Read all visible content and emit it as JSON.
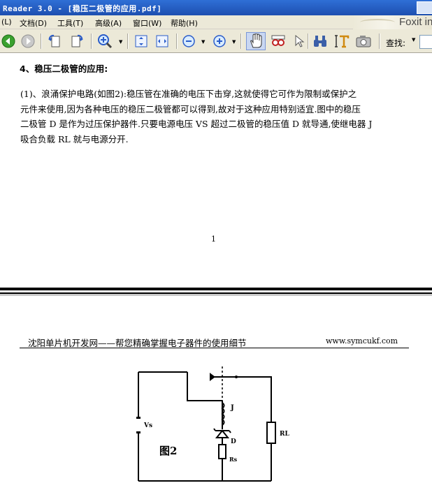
{
  "window": {
    "title": "Reader 3.0 - [稳压二极管的应用.pdf]"
  },
  "menu": {
    "items": [
      {
        "label": "(L)"
      },
      {
        "label": "文档(D)"
      },
      {
        "label": "工具(T)"
      },
      {
        "label": "高级(A)"
      },
      {
        "label": "窗口(W)"
      },
      {
        "label": "帮助(H)"
      }
    ],
    "logo_text": "Foxit in"
  },
  "toolbar": {
    "icons": [
      "back-icon",
      "forward-icon",
      "rotate-left-icon",
      "rotate-right-icon",
      "zoom-in-icon",
      "fit-page-icon",
      "fit-width-icon",
      "zoom-out-icon",
      "zoom-plus-icon",
      "hand-tool-icon",
      "snapshot-glasses-icon",
      "select-arrow-icon",
      "find-binoculars-icon",
      "text-select-icon",
      "camera-icon"
    ],
    "find_label": "查找:",
    "find_value": ""
  },
  "document": {
    "heading": "4、稳压二极管的应用:",
    "paragraph_lines": [
      "(1)、浪涌保护电路(如图2):稳压管在准确的电压下击穿,这就使得它可作为限制或保护之",
      "元件来使用,因为各种电压的稳压二极管都可以得到,故对于这种应用特别适宜.图中的稳压",
      "二极管 D 是作为过压保护器件.只要电源电压 VS 超过二极管的稳压值 D 就导通,使继电器 J",
      "吸合负载 RL 就与电源分开."
    ],
    "page_number": "1",
    "next_page_header_left": "沈阳单片机开发网——帮您精确掌握电子器件的使用细节",
    "next_page_header_right": "www.symcukf.com"
  },
  "circuit": {
    "labels": {
      "vs": "Vs",
      "j": "J",
      "rl": "RL",
      "d": "D",
      "rs": "Rs",
      "figure": "图2"
    }
  }
}
